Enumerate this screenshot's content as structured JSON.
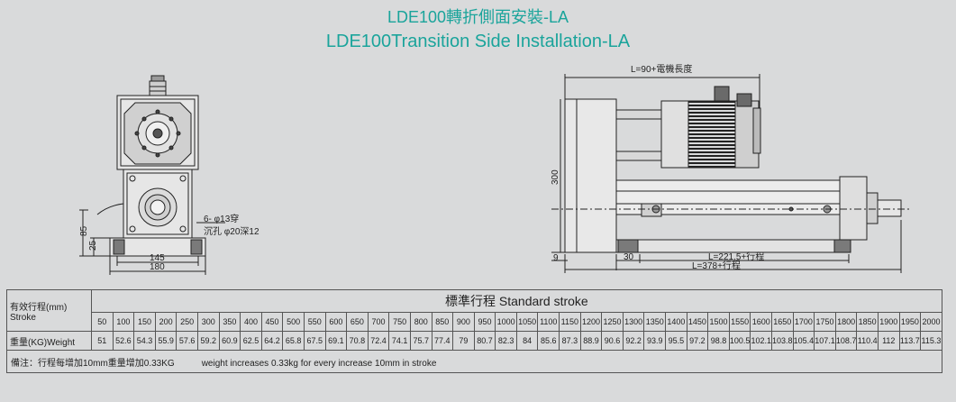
{
  "title": {
    "cn": "LDE100轉折側面安裝-LA",
    "en": "LDE100Transition Side Installation-LA"
  },
  "front_view": {
    "hole_note_1": "6- φ13穿",
    "hole_note_2": "沉孔 φ20深12",
    "dim_85": "85",
    "dim_25": "25",
    "dim_145": "145",
    "dim_180": "180"
  },
  "side_view": {
    "dim_motor": "L=90+電機長度",
    "dim_300": "300",
    "dim_9": "9",
    "dim_30": "30",
    "dim_221": "L=221.5+行程",
    "dim_378": "L=378+行程"
  },
  "table": {
    "stroke_label_cn": "有效行程(mm)",
    "stroke_label_en": "Stroke",
    "standard_stroke": "標準行程   Standard stroke",
    "weight_label": "重量(KG)Weight",
    "strokes": [
      "50",
      "100",
      "150",
      "200",
      "250",
      "300",
      "350",
      "400",
      "450",
      "500",
      "550",
      "600",
      "650",
      "700",
      "750",
      "800",
      "850",
      "900",
      "950",
      "1000",
      "1050",
      "1100",
      "1150",
      "1200",
      "1250",
      "1300",
      "1350",
      "1400",
      "1450",
      "1500",
      "1550",
      "1600",
      "1650",
      "1700",
      "1750",
      "1800",
      "1850",
      "1900",
      "1950",
      "2000"
    ],
    "weights": [
      "51",
      "52.6",
      "54.3",
      "55.9",
      "57.6",
      "59.2",
      "60.9",
      "62.5",
      "64.2",
      "65.8",
      "67.5",
      "69.1",
      "70.8",
      "72.4",
      "74.1",
      "75.7",
      "77.4",
      "79",
      "80.7",
      "82.3",
      "84",
      "85.6",
      "87.3",
      "88.9",
      "90.6",
      "92.2",
      "93.9",
      "95.5",
      "97.2",
      "98.8",
      "100.5",
      "102.1",
      "103.8",
      "105.4",
      "107.1",
      "108.7",
      "110.4",
      "112",
      "113.7",
      "115.3"
    ],
    "note_cn": "備注：行程每增加10mm重量增加0.33KG",
    "note_en": "weight increases 0.33kg for every increase 10mm in stroke"
  }
}
